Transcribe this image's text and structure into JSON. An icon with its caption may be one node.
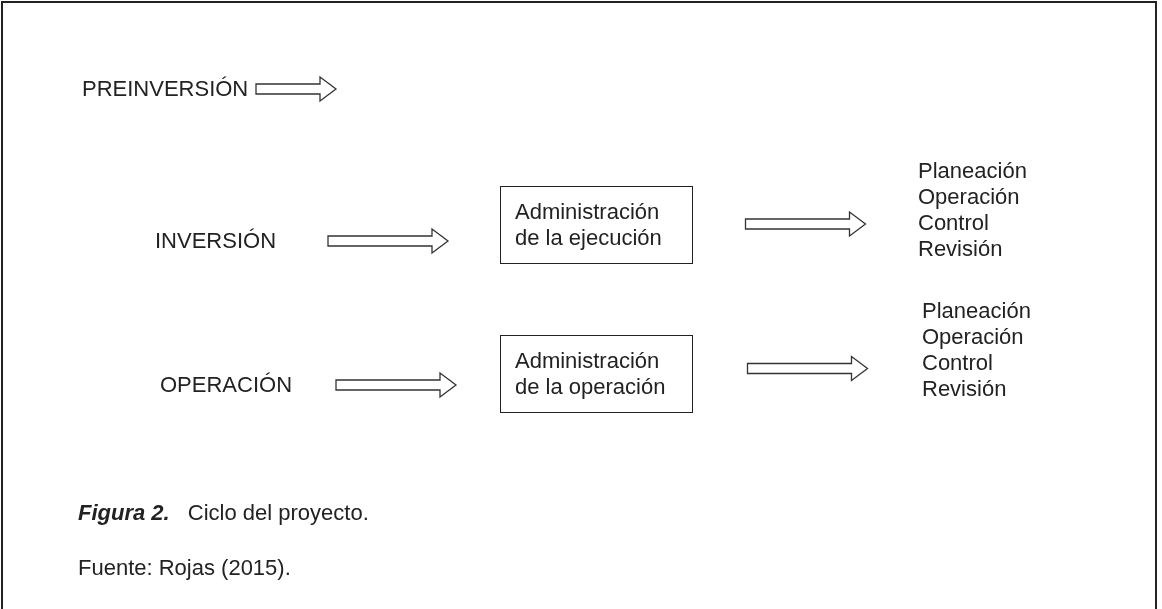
{
  "diagram": {
    "caption": "**Figura 2.** Ciclo del proyecto.",
    "nodes": [
      {
        "text": [
          "PREINVERSIÓN"
        ]
      },
      {
        "text": [
          "INVERSIÓN"
        ]
      },
      {
        "text": [
          "Administración de la ejecución"
        ]
      },
      {
        "text": [
          "Planeación Operación Control Revisión"
        ]
      },
      {
        "text": [
          "OPERACIÓN"
        ]
      },
      {
        "text": [
          "Administración de la operación"
        ]
      },
      {
        "text": [
          "Planeación Operación Control Revisión"
        ]
      }
    ],
    "edges": [
      {
        "from": 0,
        "to": null,
        "arrow": "to"
      },
      {
        "from": 1,
        "to": 2,
        "arrow": "to"
      },
      {
        "from": 2,
        "to": 3,
        "arrow": "to"
      },
      {
        "from": 4,
        "to": 5,
        "arrow": "to"
      },
      {
        "from": 5,
        "to": 6,
        "arrow": "to"
      }
    ],
    "labels": [
      "Fuente: Rojas (2015)."
    ]
  }
}
